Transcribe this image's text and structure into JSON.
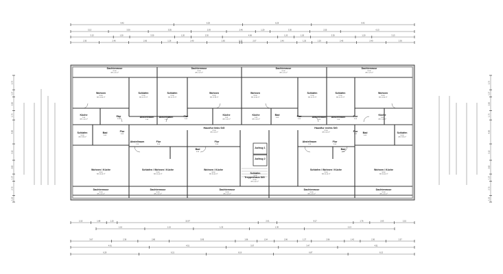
{
  "plan": {
    "rooms": [
      {
        "id": "dt1",
        "label": "Dachterrasse",
        "sub": [
          "10.00",
          "Wfl. 2.25 m²"
        ]
      },
      {
        "id": "dt2",
        "label": "Dachterrasse",
        "sub": [
          "10.00",
          "Wfl. 2.25 m²"
        ]
      },
      {
        "id": "dt3",
        "label": "Dachterrasse",
        "sub": [
          "10.00",
          "Wfl. 2.25 m²"
        ]
      },
      {
        "id": "dt4",
        "label": "Dachterrasse",
        "sub": [
          "10.00",
          "Wfl. 2.25 m²"
        ]
      },
      {
        "id": "w1",
        "label": "Wohnen",
        "sub": [
          "20.00",
          "Wfl. 20.00 m²"
        ]
      },
      {
        "id": "s1",
        "label": "Schlafen",
        "sub": [
          "12.00",
          "Wfl. 11.97 m²"
        ]
      },
      {
        "id": "s2",
        "label": "Schlafen",
        "sub": [
          "12.00",
          "Wfl. 11.97 m²"
        ]
      },
      {
        "id": "w2",
        "label": "Wohnen",
        "sub": [
          "20.00",
          "Wfl. 19.98 m²"
        ]
      },
      {
        "id": "w3",
        "label": "Wohnen",
        "sub": [
          "20.00",
          "Wfl. 20.00 m²"
        ]
      },
      {
        "id": "s3",
        "label": "Schlafen",
        "sub": [
          "12.00",
          "Wfl. 11.97 m²"
        ]
      },
      {
        "id": "s4",
        "label": "Schlafen",
        "sub": [
          "12.00",
          "Wfl. 11.97 m²"
        ]
      },
      {
        "id": "w4",
        "label": "Wohnen",
        "sub": [
          "20.00",
          "Wfl. 20.00 m²"
        ]
      },
      {
        "id": "k1",
        "label": "Küche",
        "sub": [
          "5.00",
          "Wfl. 5.00 m²"
        ]
      },
      {
        "id": "f1",
        "label": "Flur",
        "sub": [
          "3.00"
        ]
      },
      {
        "id": "a1",
        "label": "Abstellraum",
        "sub": [
          "1.50"
        ]
      },
      {
        "id": "a2",
        "label": "Abstellraum",
        "sub": [
          "1.50"
        ]
      },
      {
        "id": "f2",
        "label": "Flur",
        "sub": [
          "3.00"
        ]
      },
      {
        "id": "k2",
        "label": "Küche",
        "sub": [
          "5.00",
          "Wfl. 5.00 m²"
        ]
      },
      {
        "id": "k3",
        "label": "Küche",
        "sub": [
          "5.00",
          "Wfl. 5.00 m²"
        ]
      },
      {
        "id": "b1",
        "label": "Bad",
        "sub": [
          "4.00"
        ]
      },
      {
        "id": "f3",
        "label": "Flur",
        "sub": [
          "3.00"
        ]
      },
      {
        "id": "a3",
        "label": "Abstellraum",
        "sub": [
          "1.50"
        ]
      },
      {
        "id": "a4",
        "label": "Abstellraum",
        "sub": [
          "1.50"
        ]
      },
      {
        "id": "f4",
        "label": "Flur",
        "sub": [
          "3.00"
        ]
      },
      {
        "id": "k4",
        "label": "Küche",
        "sub": [
          "5.00",
          "Wfl. 5.00 m²"
        ]
      },
      {
        "id": "hl",
        "label": "Hausflur links SiG",
        "sub": [
          "22.00",
          "Wfl. 0.00 m²"
        ]
      },
      {
        "id": "hr",
        "label": "Hausflur rechts SiG",
        "sub": [
          "22.00",
          "Wfl. 0.00 m²"
        ]
      },
      {
        "id": "s5",
        "label": "Schlafen",
        "sub": [
          "10.00",
          "Wfl. 9.98 m²"
        ]
      },
      {
        "id": "b2",
        "label": "Bad",
        "sub": [
          "4.00"
        ]
      },
      {
        "id": "f5",
        "label": "Flur",
        "sub": [
          "3.00"
        ]
      },
      {
        "id": "b3",
        "label": "Bad",
        "sub": [
          "4.00"
        ]
      },
      {
        "id": "b4",
        "label": "Bad",
        "sub": [
          "4.00"
        ]
      },
      {
        "id": "f6",
        "label": "Flur",
        "sub": [
          "3.00"
        ]
      },
      {
        "id": "s6",
        "label": "Schlafen",
        "sub": [
          "10.00",
          "Wfl. 9.98 m²"
        ]
      },
      {
        "id": "a5",
        "label": "Abstellraum",
        "sub": [
          "1.50"
        ]
      },
      {
        "id": "f7",
        "label": "Flur",
        "sub": [
          "3.00"
        ]
      },
      {
        "id": "b5",
        "label": "Bad",
        "sub": [
          "4.00"
        ]
      },
      {
        "id": "f8",
        "label": "Flur",
        "sub": [
          "3.00"
        ]
      },
      {
        "id": "a6",
        "label": "Abstellraum",
        "sub": [
          "1.50"
        ]
      },
      {
        "id": "b6",
        "label": "Bad",
        "sub": [
          "4.00"
        ]
      },
      {
        "id": "f9",
        "label": "Flur",
        "sub": [
          "3.00"
        ]
      },
      {
        "id": "lift1",
        "label": "Aufzug 1",
        "sub": []
      },
      {
        "id": "lift2",
        "label": "Aufzug 2",
        "sub": []
      },
      {
        "id": "s7",
        "label": "Schlafen",
        "sub": [
          "10.00"
        ]
      },
      {
        "id": "th",
        "label": "Treppenhaus SiG",
        "sub": [
          "22.00",
          "Wfl. 0.00 m²"
        ]
      },
      {
        "id": "wk1",
        "label": "Wohnen / Küche",
        "sub": [
          "34.00",
          "Wfl. 34.00 m²"
        ]
      },
      {
        "id": "swk1",
        "label": "Schlafen / Wohnen / Küche",
        "sub": [
          "31.00",
          "Wfl. 31.00 m²"
        ]
      },
      {
        "id": "wk2",
        "label": "Wohnen / Küche",
        "sub": [
          "34.00",
          "Wfl. 34.00 m²"
        ]
      },
      {
        "id": "swk2",
        "label": "Schlafen / Wohnen / Küche",
        "sub": [
          "31.00",
          "Wfl. 31.00 m²"
        ]
      },
      {
        "id": "wk3",
        "label": "Wohnen / Küche",
        "sub": [
          "34.00",
          "Wfl. 34.00 m²"
        ]
      },
      {
        "id": "dt5",
        "label": "Dachterrasse",
        "sub": [
          "10.00",
          "Wfl. 2.25 m²"
        ]
      },
      {
        "id": "dt6",
        "label": "Dachterrasse",
        "sub": [
          "10.00",
          "Wfl. 2.25 m²"
        ]
      },
      {
        "id": "dt7",
        "label": "Dachterrasse",
        "sub": [
          "10.00",
          "Wfl. 2.25 m²"
        ]
      },
      {
        "id": "dt8",
        "label": "Dachterrasse",
        "sub": [
          "10.00",
          "Wfl. 2.25 m²"
        ]
      },
      {
        "id": "dt9",
        "label": "Dachterrasse",
        "sub": [
          "10.00",
          "Wfl. 2.25 m²"
        ]
      }
    ],
    "dims_top": [
      [
        "9.42",
        "6.29",
        "6.29",
        "9.42"
      ],
      [
        "3.13",
        "3.30",
        "3.55",
        "2.93",
        "2.40",
        "1.20",
        "3.30",
        "2.55",
        "6.13"
      ],
      [
        "3.13",
        "1.20",
        "3.30",
        "1.20",
        "2.30",
        "4.06",
        "1.20",
        "1.20",
        "3.30",
        "1.20",
        "3.13"
      ],
      [
        "2.30",
        "2.40",
        "2.65",
        "1.26",
        "2.40",
        "2.65",
        "0.17",
        "2.07",
        "2.40",
        "1.20",
        "1.20",
        "2.40",
        "2.40",
        "2.30"
      ]
    ],
    "dims_bottom": [
      [
        "2.15",
        "1.68",
        "1.15",
        "15.07",
        "2.01",
        "8.17",
        "1.76",
        "2.63",
        "2.15"
      ],
      [
        "1.15",
        "1.15",
        "1.32",
        "1.30",
        "2.13"
      ],
      [
        "3.67",
        "2.36",
        "2.80",
        "5.95",
        "1.96",
        "1.54",
        "2.06",
        "1.27",
        "2.96",
        "1.42",
        "2.30",
        "2.57"
      ],
      [
        "4.61",
        "4.51",
        "3.07",
        "3.47",
        "4.51"
      ],
      [
        "6.29",
        "6.21",
        "6.19",
        "6.87",
        "6.13"
      ]
    ],
    "dims_left": [
      "2.75",
      "1.37",
      "2.62",
      "1.75",
      "4.56",
      "3.12",
      "2.62",
      "1.37",
      "2.75",
      "1.22"
    ],
    "dims_right": [
      "2.75",
      "1.37",
      "2.62",
      "1.75",
      "4.56",
      "3.12",
      "2.62",
      "1.37",
      "2.75",
      "1.22"
    ]
  }
}
